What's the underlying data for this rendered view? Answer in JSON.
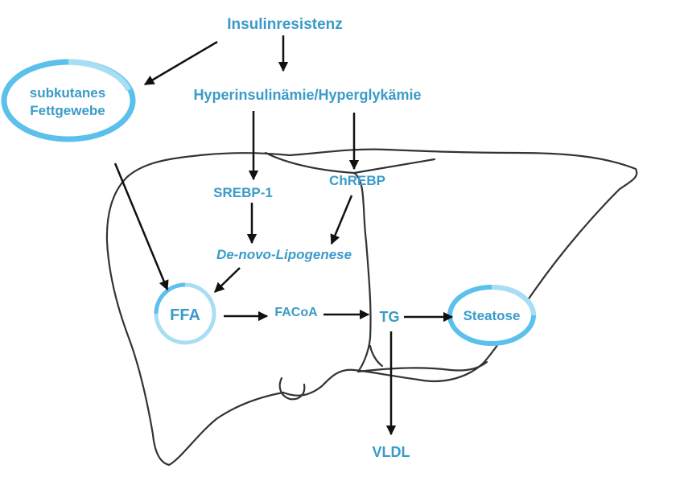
{
  "colors": {
    "label": "#3a9bc9",
    "ring": "#5bc0eb",
    "ring_light": "#a8def4",
    "arrow": "#111111",
    "liver_outline": "#333333"
  },
  "nodes": {
    "insulinresistenz": "Insulinresistenz",
    "subkutanes_line1": "subkutanes",
    "subkutanes_line2": "Fettgewebe",
    "hyper": "Hyperinsulinämie/Hyperglykämie",
    "srebp1": "SREBP-1",
    "chrebp": "ChREBP",
    "lipogenese": "De-novo-Lipogenese",
    "ffa": "FFA",
    "facoa": "FACoA",
    "tg": "TG",
    "steatose": "Steatose",
    "vldl": "VLDL"
  },
  "icons": {
    "liver": "liver-outline-icon"
  }
}
